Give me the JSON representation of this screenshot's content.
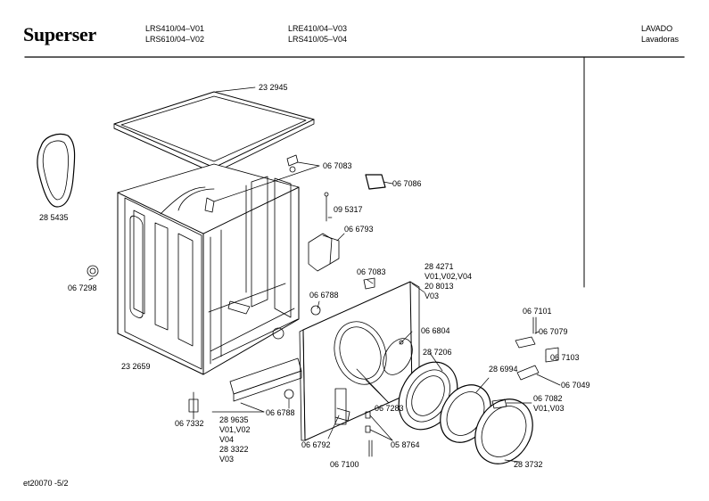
{
  "header": {
    "brand": "Superser",
    "models_col1": [
      "LRS410/04–V01",
      "LRS610/04–V02"
    ],
    "models_col2": [
      "LRE410/04–V03",
      "LRS410/05–V04"
    ],
    "category": [
      "LAVADO",
      "Lavadoras"
    ]
  },
  "footer": {
    "doc_id": "et20070  -5/2"
  },
  "parts": {
    "p232945": "23 2945",
    "p285435": "28 5435",
    "p067298": "06 7298",
    "p067083a": "06 7083",
    "p067086": "06 7086",
    "p095317": "09 5317",
    "p066793": "06 6793",
    "p067083b": "06 7083",
    "p066788a": "06 6788",
    "p284271": [
      "28 4271",
      "V01,V02,V04",
      "20 8013",
      "V03"
    ],
    "p067101": "06 7101",
    "p067079": "06 7079",
    "p067103": "06 7103",
    "p066804": "06 6804",
    "p287206": "28 7206",
    "p286994": "28 6994",
    "p067049": "06 7049",
    "p232659": "23 2659",
    "p067082": [
      "06 7082",
      "V01,V03"
    ],
    "p067283": "06 7283",
    "p067332": "06 7332",
    "p066788b": "06 6788",
    "p289635": [
      "28 9635",
      "V01,V02",
      "V04",
      "28 3322",
      "V03"
    ],
    "p066792": "06 6792",
    "p058764": "05 8764",
    "p067100": "06 7100",
    "p283732": "28 3732"
  }
}
